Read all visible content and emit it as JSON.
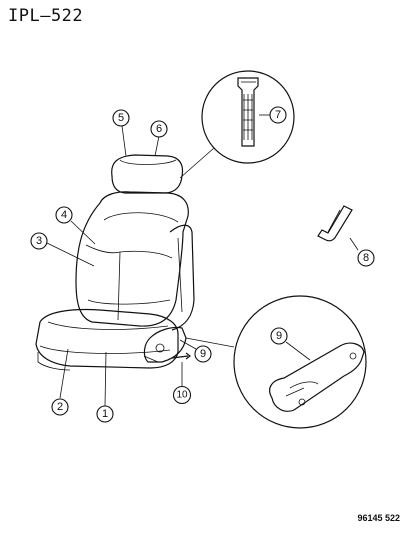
{
  "header": {
    "title": "IPL–522"
  },
  "footer": {
    "drawing_code": "96145 522"
  },
  "callouts": [
    {
      "id": "callout-1",
      "label": "1"
    },
    {
      "id": "callout-2",
      "label": "2"
    },
    {
      "id": "callout-3",
      "label": "3"
    },
    {
      "id": "callout-4",
      "label": "4"
    },
    {
      "id": "callout-5",
      "label": "5"
    },
    {
      "id": "callout-6",
      "label": "6"
    },
    {
      "id": "callout-7",
      "label": "7"
    },
    {
      "id": "callout-8",
      "label": "8"
    },
    {
      "id": "callout-9a",
      "label": "9"
    },
    {
      "id": "callout-9b",
      "label": "9"
    },
    {
      "id": "callout-10",
      "label": "10"
    }
  ]
}
